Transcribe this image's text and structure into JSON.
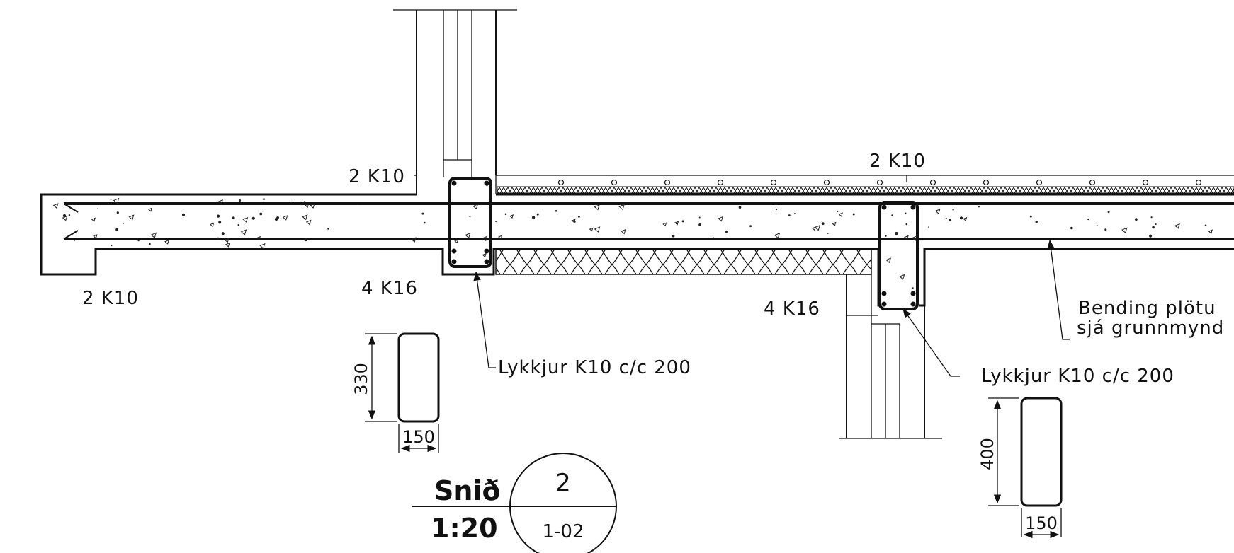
{
  "labels": {
    "top_left_bar": "2 K10",
    "top_right_bar": "2 K10",
    "bottom_left_bar": "2 K10",
    "beam1_bottom_bars": "4 K16",
    "beam2_bottom_bars": "4 K16",
    "stirrups1": "Lykkjur K10 c/c 200",
    "stirrups2": "Lykkjur K10 c/c 200",
    "slab_reinforcement_line1": "Bending plötu",
    "slab_reinforcement_line2": "sjá grunnmynd"
  },
  "beam_details": [
    {
      "height": "330",
      "width": "150"
    },
    {
      "height": "400",
      "width": "150"
    }
  ],
  "section_title": {
    "name": "Snið",
    "scale": "1:20",
    "number": "2",
    "sheet": "1-02"
  }
}
